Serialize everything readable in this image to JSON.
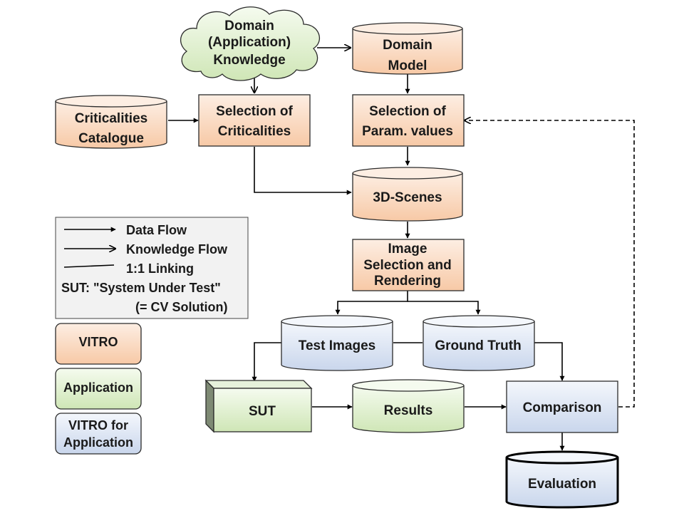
{
  "diagram": {
    "nodes": {
      "domain_knowledge": [
        "Domain",
        "(Application)",
        "Knowledge"
      ],
      "domain_model": [
        "Domain",
        "Model"
      ],
      "criticalities_catalogue": [
        "Criticalities",
        "Catalogue"
      ],
      "selection_criticalities": [
        "Selection of",
        "Criticalities"
      ],
      "selection_param_values": [
        "Selection of",
        "Param. values"
      ],
      "scenes_3d": [
        "3D-Scenes"
      ],
      "image_selection_rendering": [
        "Image",
        "Selection and",
        "Rendering"
      ],
      "test_images": [
        "Test Images"
      ],
      "ground_truth": [
        "Ground Truth"
      ],
      "sut": [
        "SUT"
      ],
      "results": [
        "Results"
      ],
      "comparison": [
        "Comparison"
      ],
      "evaluation": [
        "Evaluation"
      ]
    },
    "legend": {
      "data_flow": "Data Flow",
      "knowledge_flow": "Knowledge Flow",
      "linking": "1:1 Linking",
      "sut_line1": "SUT: \"System Under Test\"",
      "sut_line2": "(= CV Solution)",
      "vitro": "VITRO",
      "application": "Application",
      "vitro_for_application": [
        "VITRO for",
        "Application"
      ]
    },
    "colors": {
      "vitro_top": "#fdeee3",
      "vitro_bottom": "#f7c9a6",
      "application_top": "#f5fbef",
      "application_bottom": "#cfe6b6",
      "vitro_app_top": "#f4f7fc",
      "vitro_app_bottom": "#c9d6ec",
      "legend_bg": "#f2f2f2"
    }
  }
}
